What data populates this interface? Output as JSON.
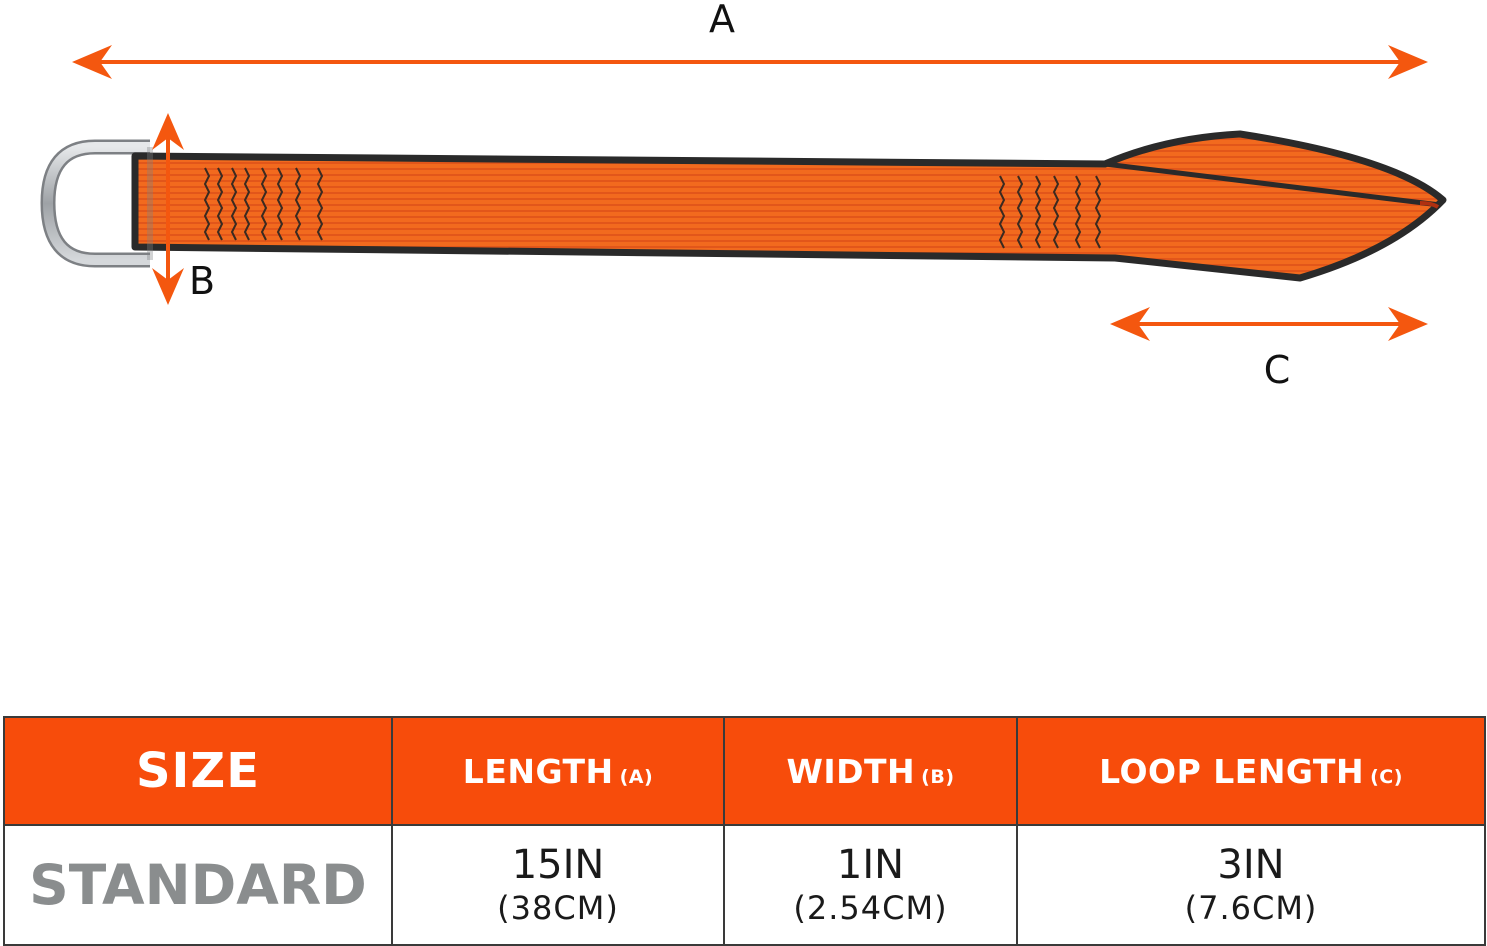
{
  "dimensions": {
    "a_label": "A",
    "b_label": "B",
    "c_label": "C",
    "arrow_color": "#f4570f"
  },
  "strap": {
    "webbing_color": "#f26a1e",
    "edge_color": "#2a2a2a",
    "ring_color": "#b9bcc0"
  },
  "table": {
    "header_color": "#f74c0b",
    "row_label_color": "#8a8d8e",
    "headers": {
      "size": "SIZE",
      "length": "LENGTH",
      "length_suffix": "(A)",
      "width": "WIDTH",
      "width_suffix": "(B)",
      "loop": "LOOP LENGTH",
      "loop_suffix": "(C)"
    },
    "row": {
      "label": "STANDARD",
      "length_in": "15IN",
      "length_cm": "(38CM)",
      "width_in": "1IN",
      "width_cm": "(2.54CM)",
      "loop_in": "3IN",
      "loop_cm": "(7.6CM)"
    }
  }
}
